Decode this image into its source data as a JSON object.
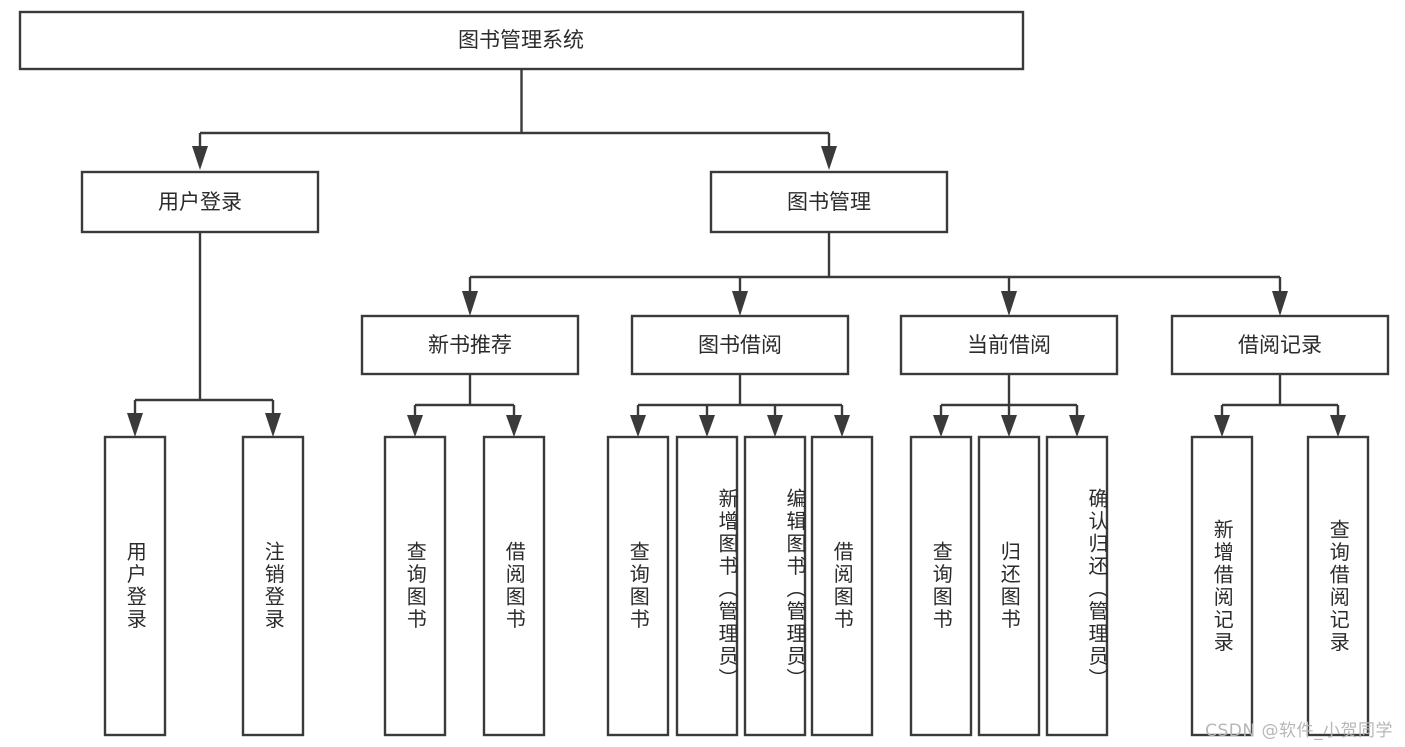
{
  "diagram": {
    "type": "tree",
    "title": "图书管理系统",
    "root": {
      "id": "root",
      "label": "图书管理系统",
      "orientation": "horizontal"
    },
    "level2": [
      {
        "id": "user-login",
        "label": "用户登录",
        "orientation": "horizontal"
      },
      {
        "id": "book-manage",
        "label": "图书管理",
        "orientation": "horizontal"
      }
    ],
    "level3": [
      {
        "id": "new-book-recommend",
        "label": "新书推荐",
        "orientation": "horizontal",
        "parent": "book-manage"
      },
      {
        "id": "book-borrow",
        "label": "图书借阅",
        "orientation": "horizontal",
        "parent": "book-manage"
      },
      {
        "id": "current-borrow",
        "label": "当前借阅",
        "orientation": "horizontal",
        "parent": "book-manage"
      },
      {
        "id": "borrow-record",
        "label": "借阅记录",
        "orientation": "horizontal",
        "parent": "book-manage"
      }
    ],
    "leaves": [
      {
        "id": "leaf-user-login",
        "label": "用户登录",
        "parent": "user-login",
        "orientation": "vertical"
      },
      {
        "id": "leaf-user-logout",
        "label": "注销登录",
        "parent": "user-login",
        "orientation": "vertical"
      },
      {
        "id": "leaf-query-book-1",
        "label": "查询图书",
        "parent": "new-book-recommend",
        "orientation": "vertical"
      },
      {
        "id": "leaf-borrow-book-1",
        "label": "借阅图书",
        "parent": "new-book-recommend",
        "orientation": "vertical"
      },
      {
        "id": "leaf-query-book-2",
        "label": "查询图书",
        "parent": "book-borrow",
        "orientation": "vertical"
      },
      {
        "id": "leaf-add-book",
        "label": "新增图书（管理员）",
        "parent": "book-borrow",
        "orientation": "vertical"
      },
      {
        "id": "leaf-edit-book",
        "label": "编辑图书（管理员）",
        "parent": "book-borrow",
        "orientation": "vertical"
      },
      {
        "id": "leaf-borrow-book-2",
        "label": "借阅图书",
        "parent": "book-borrow",
        "orientation": "vertical"
      },
      {
        "id": "leaf-query-book-3",
        "label": "查询图书",
        "parent": "current-borrow",
        "orientation": "vertical"
      },
      {
        "id": "leaf-return-book",
        "label": "归还图书",
        "parent": "current-borrow",
        "orientation": "vertical"
      },
      {
        "id": "leaf-confirm-return",
        "label": "确认归还（管理员）",
        "parent": "current-borrow",
        "orientation": "vertical"
      },
      {
        "id": "leaf-add-record",
        "label": "新增借阅记录",
        "parent": "borrow-record",
        "orientation": "vertical"
      },
      {
        "id": "leaf-query-record",
        "label": "查询借阅记录",
        "parent": "borrow-record",
        "orientation": "vertical"
      }
    ],
    "colors": {
      "stroke": "#3a3a3a",
      "fill": "#ffffff",
      "text": "#2b2b2b",
      "background": "#ffffff",
      "watermark": "#b7b7b7"
    }
  },
  "watermark": {
    "text": "CSDN @软件_小贺同学"
  }
}
